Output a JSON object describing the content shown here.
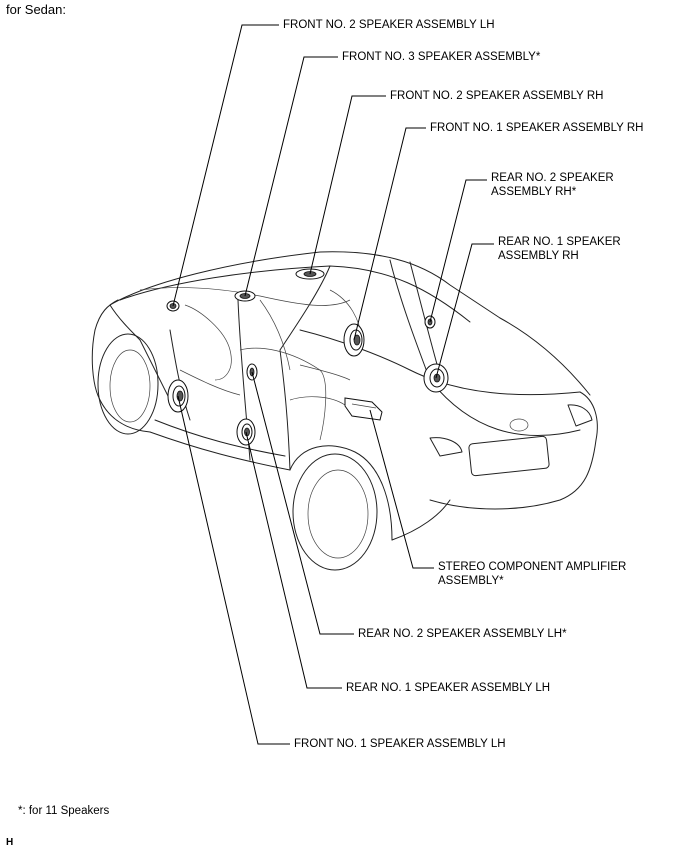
{
  "header": {
    "title": "for Sedan:"
  },
  "callouts": [
    {
      "id": "front-no2-lh",
      "text": "FRONT NO. 2 SPEAKER ASSEMBLY LH"
    },
    {
      "id": "front-no3",
      "text": "FRONT NO. 3 SPEAKER ASSEMBLY*"
    },
    {
      "id": "front-no2-rh",
      "text": "FRONT NO. 2 SPEAKER ASSEMBLY RH"
    },
    {
      "id": "front-no1-rh",
      "text": "FRONT NO. 1 SPEAKER ASSEMBLY RH"
    },
    {
      "id": "rear-no2-rh",
      "line1": "REAR NO. 2 SPEAKER",
      "line2": "ASSEMBLY RH*"
    },
    {
      "id": "rear-no1-rh",
      "line1": "REAR NO. 1 SPEAKER",
      "line2": "ASSEMBLY RH"
    },
    {
      "id": "amplifier",
      "line1": "STEREO COMPONENT AMPLIFIER",
      "line2": "ASSEMBLY*"
    },
    {
      "id": "rear-no2-lh",
      "text": "REAR NO. 2 SPEAKER ASSEMBLY LH*"
    },
    {
      "id": "rear-no1-lh",
      "text": "REAR NO. 1 SPEAKER ASSEMBLY LH"
    },
    {
      "id": "front-no1-lh",
      "text": "FRONT NO. 1 SPEAKER ASSEMBLY LH"
    }
  ],
  "footnote": "*: for 11 Speakers",
  "figure_code": "H"
}
